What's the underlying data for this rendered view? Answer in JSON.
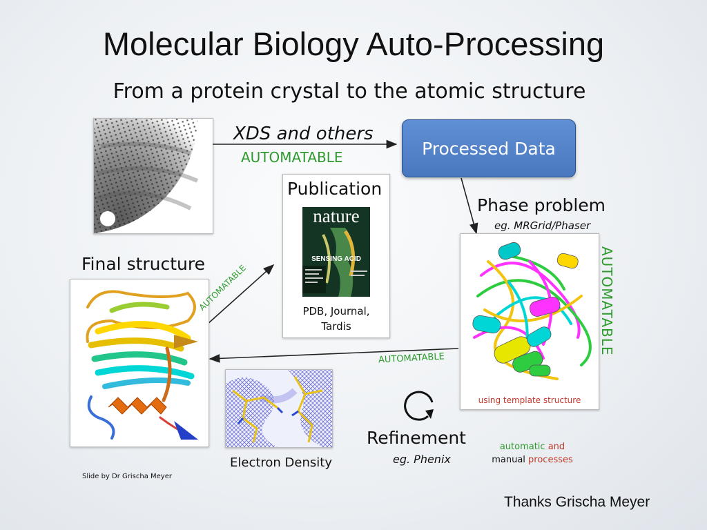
{
  "slide": {
    "title": "Molecular Biology Auto-Processing",
    "subtitle": "From a protein crystal to the atomic structure"
  },
  "diagram": {
    "xds_label": "XDS and others",
    "automatable": "AUTOMATABLE",
    "processed_data": "Processed Data",
    "publication": "Publication",
    "journal_name": "nature",
    "journal_headline": "SENSING ACID",
    "publication_caption_1": "PDB, Journal,",
    "publication_caption_2": "Tardis",
    "phase_problem": "Phase problem",
    "phase_example": "eg. MRGrid/Phaser",
    "template_note": "using template structure",
    "final_structure": "Final structure",
    "electron_density": "Electron Density",
    "refinement": "Refinement",
    "refinement_example": "eg. Phenix",
    "proc_automatic": "automatic",
    "proc_and": "and",
    "proc_manual": "manual",
    "proc_processes": "processes"
  },
  "footer": {
    "credit": "Slide by Dr Grischa Meyer",
    "thanks": "Thanks Grischa Meyer"
  },
  "colors": {
    "green": "#2e9a2e",
    "red": "#c0392b",
    "box_blue": "#5585cc"
  }
}
